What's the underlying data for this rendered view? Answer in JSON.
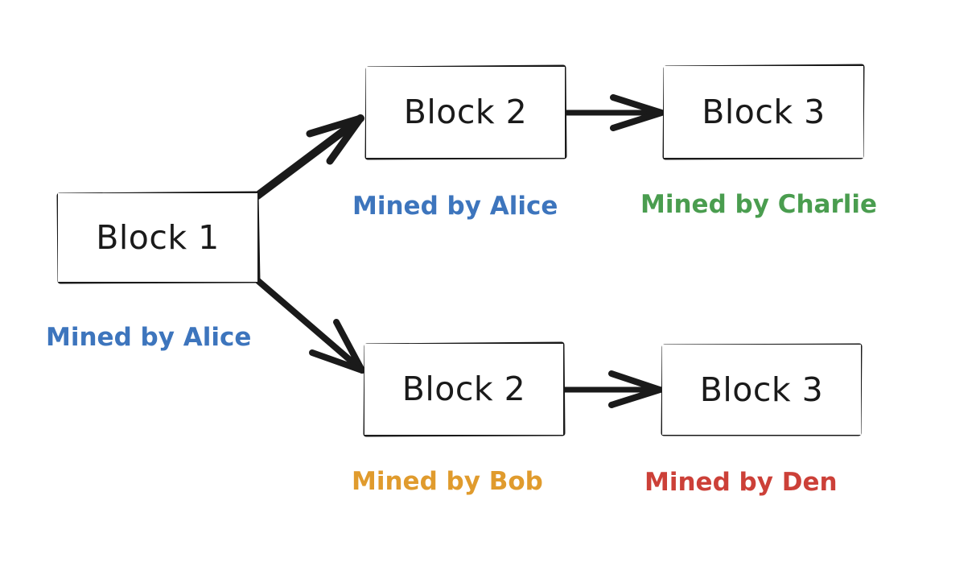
{
  "diagram": {
    "title": "Blockchain fork diagram",
    "background_color": "#ffffff",
    "stroke_color": "#1a1a1a",
    "nodes": [
      {
        "id": "block1",
        "label": "Block 1",
        "miner": "Mined by Alice",
        "miner_color": "#3d75bd"
      },
      {
        "id": "top-block2",
        "label": "Block 2",
        "miner": "Mined by Alice",
        "miner_color": "#3d75bd"
      },
      {
        "id": "top-block3",
        "label": "Block 3",
        "miner": "Mined by Charlie",
        "miner_color": "#4a9d4f"
      },
      {
        "id": "bot-block2",
        "label": "Block 2",
        "miner": "Mined by Bob",
        "miner_color": "#e09b2d"
      },
      {
        "id": "bot-block3",
        "label": "Block 3",
        "miner": "Mined by Den",
        "miner_color": "#cc4038"
      }
    ],
    "edges": [
      {
        "id": "edge-block1-to-top-block2",
        "from": "block1",
        "to": "top-block2",
        "kind": "branch-up"
      },
      {
        "id": "edge-block1-to-bot-block2",
        "from": "block1",
        "to": "bot-block2",
        "kind": "branch-down"
      },
      {
        "id": "edge-top-block2-to-block3",
        "from": "top-block2",
        "to": "top-block3",
        "kind": "straight"
      },
      {
        "id": "edge-bot-block2-to-block3",
        "from": "bot-block2",
        "to": "bot-block3",
        "kind": "straight"
      }
    ]
  }
}
